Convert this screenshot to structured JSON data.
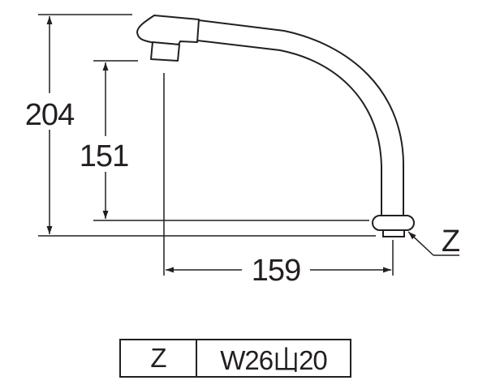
{
  "diagram": {
    "subject": "faucet spout dimension drawing",
    "dimensions": {
      "total_height": "204",
      "spout_outlet_height": "151",
      "reach": "159"
    },
    "callout": {
      "label": "Z"
    },
    "spec_table": {
      "rows": [
        {
          "key": "Z",
          "value": "W26山20"
        }
      ]
    },
    "colors": {
      "line": "#231f20",
      "background": "#ffffff"
    }
  }
}
